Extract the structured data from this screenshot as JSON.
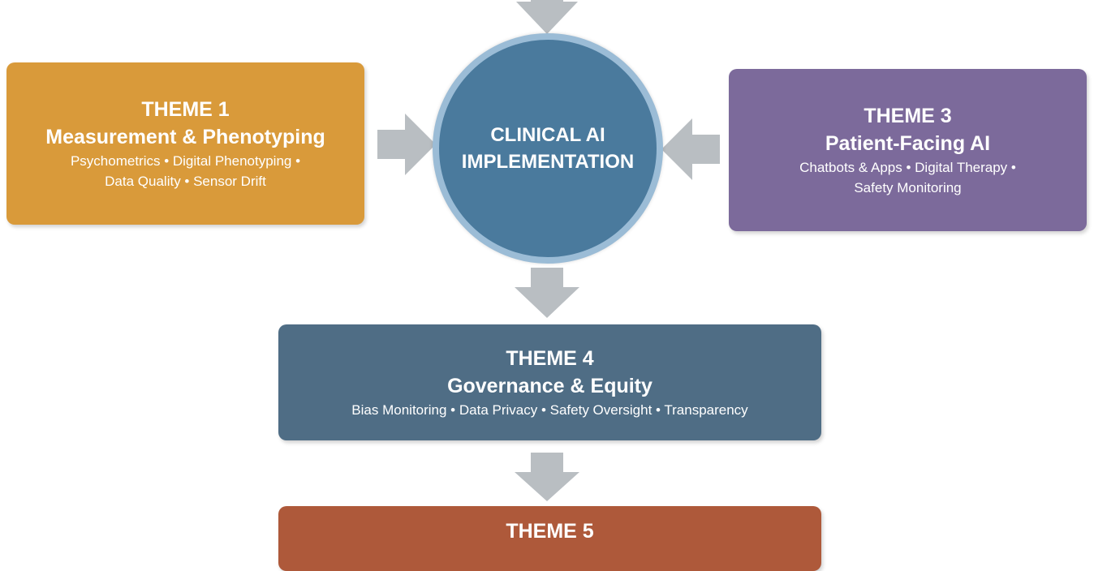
{
  "colors": {
    "theme1": "#d99a3a",
    "theme3": "#7c6a9b",
    "theme4": "#4f6d85",
    "theme5": "#ae593a",
    "hub": "#4a7a9d",
    "hub_ring": "#9bbcd6",
    "arrow": "#b9bec2"
  },
  "hub": {
    "line1": "CLINICAL AI",
    "line2": "IMPLEMENTATION"
  },
  "themes": {
    "t1": {
      "heading": "THEME 1",
      "title": "Measurement & Phenotyping",
      "items_line1": "Psychometrics • Digital Phenotyping •",
      "items_line2": "Data Quality • Sensor Drift"
    },
    "t3": {
      "heading": "THEME 3",
      "title": "Patient-Facing AI",
      "items_line1": "Chatbots & Apps • Digital Therapy •",
      "items_line2": "Safety Monitoring"
    },
    "t4": {
      "heading": "THEME 4",
      "title": "Governance & Equity",
      "items_line1": "Bias Monitoring • Data Privacy • Safety Oversight • Transparency"
    },
    "t5": {
      "heading": "THEME 5"
    }
  }
}
